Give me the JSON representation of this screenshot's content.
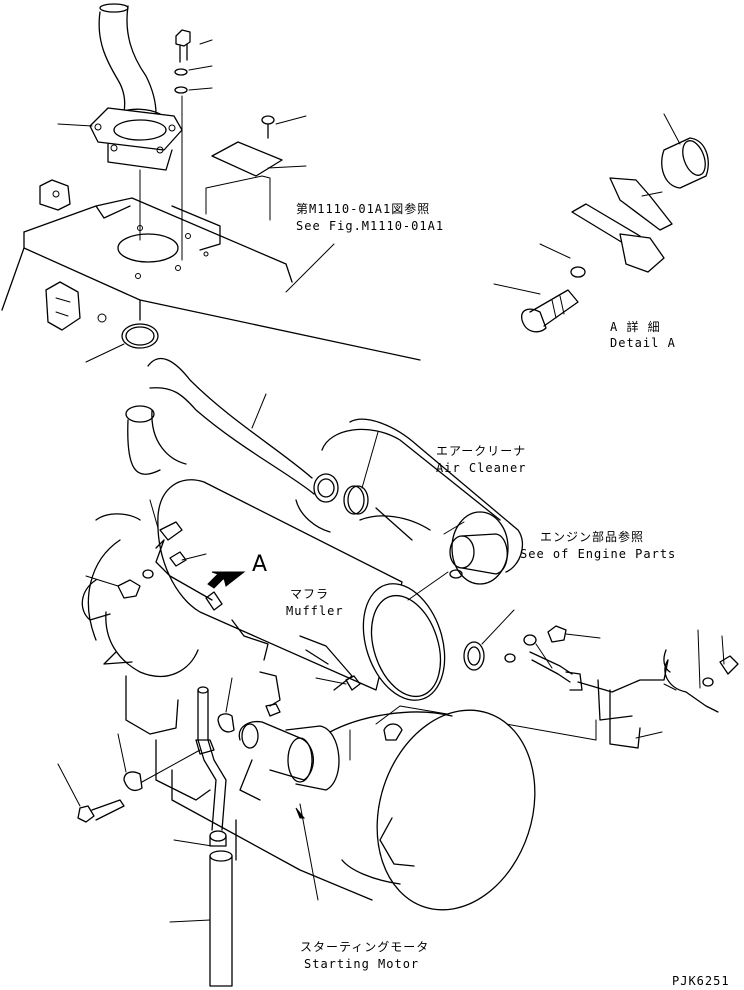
{
  "labels": {
    "ref_fig_jp": "第M1110-01A1図参照",
    "ref_fig_en": "See Fig.M1110-01A1",
    "detail_a_jp": "A 詳 細",
    "detail_a_en": "Detail A",
    "air_cleaner_jp": "エアークリーナ",
    "air_cleaner_en": "Air Cleaner",
    "engine_parts_jp": "エンジン部品参照",
    "engine_parts_en": "See of Engine Parts",
    "view_a": "A",
    "muffler_jp": "マフラ",
    "muffler_en": "Muffler",
    "starting_motor_jp": "スターティングモータ",
    "starting_motor_en": "Starting Motor",
    "drawing_code": "PJK6251"
  }
}
